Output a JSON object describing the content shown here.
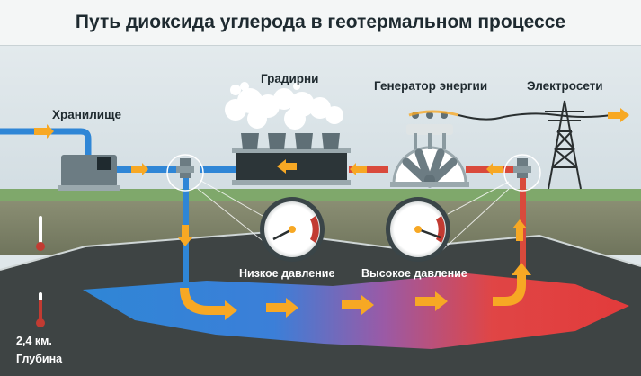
{
  "title": "Путь диоксида углерода в геотермальном процессе",
  "labels": {
    "storage": "Хранилище",
    "cooling_towers": "Градирни",
    "generator": "Генератор энергии",
    "grid": "Электросети",
    "low_pressure": "Низкое давление",
    "high_pressure": "Высокое давление",
    "depth_value": "2,4 км.",
    "depth_label": "Глубина"
  },
  "colors": {
    "cold": "#2f86d6",
    "hot": "#e23b3b",
    "arrow": "#f7a824",
    "ground": "#7a7f66",
    "rock": "#3f4545"
  },
  "icons": [
    "storage-tank-icon",
    "cooling-tower-icon",
    "turbine-generator-icon",
    "power-pylon-icon",
    "pressure-gauge-icon",
    "thermometer-icon",
    "valve-icon"
  ]
}
